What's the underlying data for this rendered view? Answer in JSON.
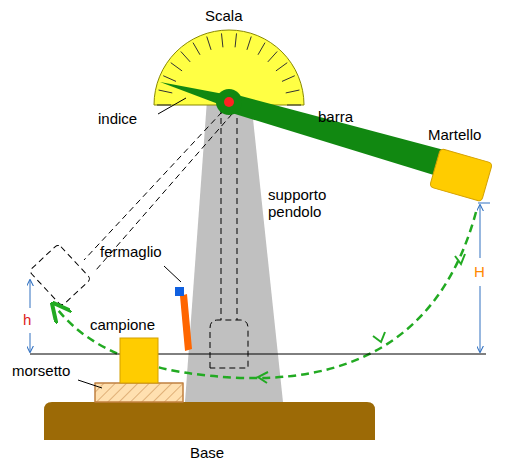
{
  "diagram": {
    "labels": [
      "Scala",
      "indice",
      "barra",
      "Martello",
      "supporto pendolo",
      "fermaglio",
      "campione",
      "morsetto",
      "Base",
      "h",
      "H"
    ]
  }
}
